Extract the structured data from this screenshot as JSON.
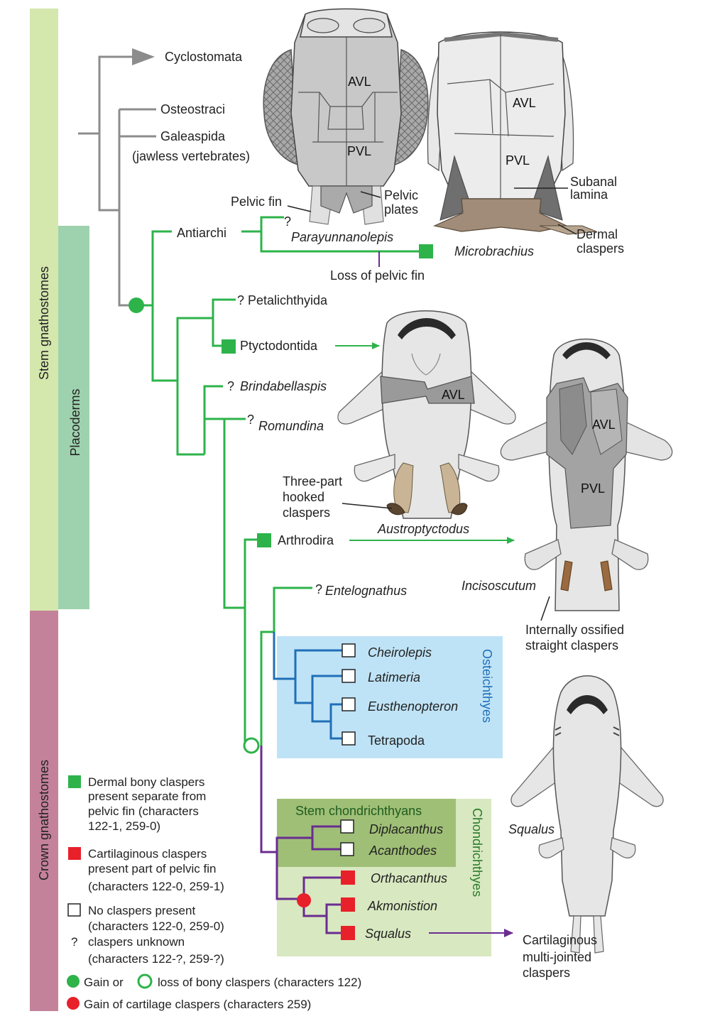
{
  "side_bars": {
    "stem": "Stem gnathostomes",
    "placoderms": "Placoderms",
    "crown": "Crown gnathostomes"
  },
  "colors": {
    "gray_branch": "#8c8c8c",
    "green_branch": "#2db34a",
    "blue_branch": "#1f6fb8",
    "purple_branch": "#6a2c91",
    "red_marker": "#e8202a",
    "stem_bar": "#d4e7ad",
    "placoderm_bar": "#9ed2ae",
    "crown_bar": "#c4829a",
    "osteichthyes_box": "#bfe3f6",
    "chondrichthyes_box": "#d8e8c0",
    "stem_chond_box": "#9fbf76"
  },
  "taxa": {
    "cyclostomata": "Cyclostomata",
    "osteostraci": "Osteostraci",
    "galeaspida": "Galeaspida",
    "jawless": "(jawless vertebrates)",
    "antiarchi": "Antiarchi",
    "parayunnanolepis": "Parayunnanolepis",
    "microbrachius": "Microbrachius",
    "petalichthyida": "Petalichthyida",
    "ptyctodontida": "Ptyctodontida",
    "brindabellaspis": "Brindabellaspis",
    "romundina": "Romundina",
    "arthrodira": "Arthrodira",
    "entelognathus": "Entelognathus",
    "cheirolepis": "Cheirolepis",
    "latimeria": "Latimeria",
    "eusthenopteron": "Eusthenopteron",
    "tetrapoda": "Tetrapoda",
    "diplacanthus": "Diplacanthus",
    "acanthodes": "Acanthodes",
    "orthacanthus": "Orthacanthus",
    "akmonistion": "Akmonistion",
    "squalus": "Squalus"
  },
  "unknown_mark": "?",
  "groups": {
    "osteichthyes": "Osteichthyes",
    "chondrichthyes": "Chondrichthyes",
    "stem_chondrichthyans": "Stem chondrichthyans"
  },
  "annotations": {
    "loss_pelvic_fin": "Loss of pelvic fin",
    "pelvic_fin": "Pelvic fin",
    "pelvic_plates_1": "Pelvic",
    "pelvic_plates_2": "plates",
    "subanal_1": "Subanal",
    "subanal_2": "lamina",
    "dermal_claspers_1": "Dermal",
    "dermal_claspers_2": "claspers",
    "three_part_1": "Three-part",
    "three_part_2": "hooked",
    "three_part_3": "claspers",
    "internally_1": "Internally ossified",
    "internally_2": "straight claspers",
    "cartilaginous_1": "Cartilaginous",
    "cartilaginous_2": "multi-jointed",
    "cartilaginous_3": "claspers"
  },
  "specimens": {
    "austroptyctodus": "Austroptyctodus",
    "incisoscutum": "Incisoscutum",
    "squalus": "Squalus",
    "plate_avl": "AVL",
    "plate_pvl": "PVL"
  },
  "legend": {
    "dermal_1": "Dermal bony claspers",
    "dermal_2": "present separate from",
    "dermal_3": "pelvic fin (characters",
    "dermal_4": "122-1, 259-0)",
    "cartilaginous_1": "Cartilaginous claspers",
    "cartilaginous_2": "present part of pelvic fin",
    "cartilaginous_3": "(characters 122-0, 259-1)",
    "none_1": "No claspers present",
    "none_2": "(characters 122-0, 259-0)",
    "unknown_1": "claspers unknown",
    "unknown_2": "(characters 122-?, 259-?)",
    "gain_or": "Gain or",
    "loss_bony": "loss of bony claspers (characters 122)",
    "gain_cart": "Gain of cartilage claspers (characters 259)"
  }
}
